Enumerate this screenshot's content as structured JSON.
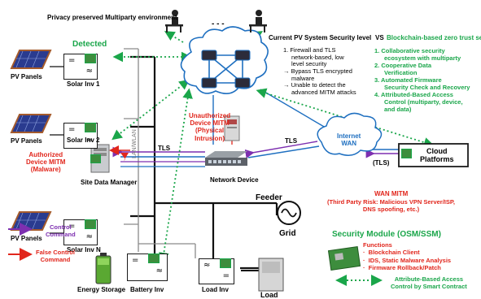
{
  "title": "Privacy preserved Multiparty environment",
  "dots": "- - -",
  "header_current": "Current PV System Security level",
  "header_vs": "VS",
  "header_blockchain": "Blockchain-based zero trust security",
  "current_security": [
    "1.  Firewall and TLS",
    "network-based, low",
    "level security",
    "→ Bypass TLS encrypted",
    "malware",
    "→ Unable to detect the",
    "advanced MITM attacks"
  ],
  "blockchain_items": [
    "1.  Collaborative security",
    "ecosystem with multiparty",
    "2.  Cooperative Data",
    "Verification",
    "3.  Automated Firmware",
    "Security Check and Recovery",
    "4.  Attributed-Based Access",
    "Control (multiparty, device,",
    "and data)"
  ],
  "labels": {
    "detected": "Detected",
    "pv_panels": "PV Panels",
    "solar_inv_1": "Solar Inv 1",
    "solar_inv_2": "Solar Inv 2",
    "solar_inv_n": "Solar Inv N",
    "auth_mitm_1": "Authorized",
    "auth_mitm_2": "Device MITM",
    "auth_mitm_3": "(Malware)",
    "unauth_mitm_1": "Unauthorized",
    "unauth_mitm_2": "Device MITM",
    "unauth_mitm_3": "(Physical",
    "unauth_mitm_4": "Intrusion)",
    "site_data_manager": "Site Data Manager",
    "network_device": "Network Device",
    "lan_wlan": "LAN/WLAN",
    "tls_left": "TLS",
    "tls_right": "TLS",
    "tls_cloud": "(TLS)",
    "internet": "Internet",
    "wan": "WAN",
    "cloud_platforms_1": "Cloud",
    "cloud_platforms_2": "Platforms",
    "wan_mitm_title": "WAN MITM",
    "wan_mitm_1": "(Third Party Risk: Malicious VPN Server/ISP,",
    "wan_mitm_2": "DNS spoofing, etc.)",
    "feeder": "Feeder",
    "grid": "Grid",
    "security_module": "Security Module (OSM/SSM)",
    "functions": "Functions",
    "fn_1": "Blockchain Client",
    "fn_2": "IDS, Static Malware Analysis",
    "fn_3": "Firmware Rollback/Patch",
    "legend_control_1": "Control",
    "legend_control_2": "Command",
    "legend_false_1": "False Control",
    "legend_false_2": "Command",
    "legend_aba_1": "Attribute-Based Access",
    "legend_aba_2": "Control by Smart Contract",
    "energy_storage": "Energy Storage",
    "battery_inv": "Battery Inv",
    "load_inv": "Load Inv",
    "load": "Load"
  },
  "colors": {
    "green": "#1aa64a",
    "red": "#e1261c",
    "purple": "#7d2fb0",
    "blue": "#1e6fc0"
  }
}
